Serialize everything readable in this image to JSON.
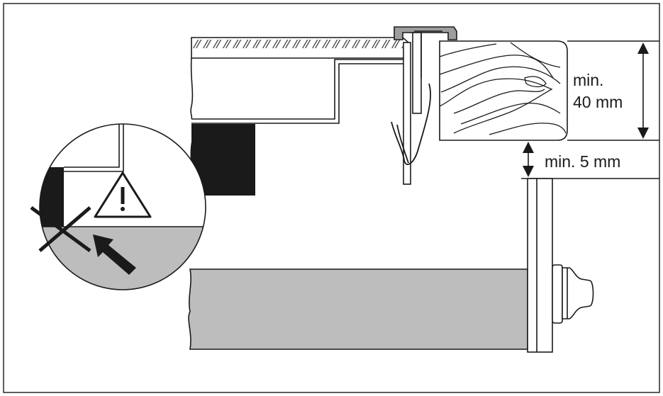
{
  "labels": {
    "min_40_line1": "min.",
    "min_40_line2": "40 mm",
    "min_5": "min. 5 mm"
  },
  "colors": {
    "stroke": "#1a1a1a",
    "black_fill": "#1a1a1a",
    "grey_fill": "#bdbdbd",
    "clip_fill": "#9e9e9e",
    "background": "#ffffff"
  },
  "icons": {
    "warning": "warning-triangle-icon",
    "prohibited": "cross-icon",
    "arrow": "pointing-arrow-icon"
  }
}
